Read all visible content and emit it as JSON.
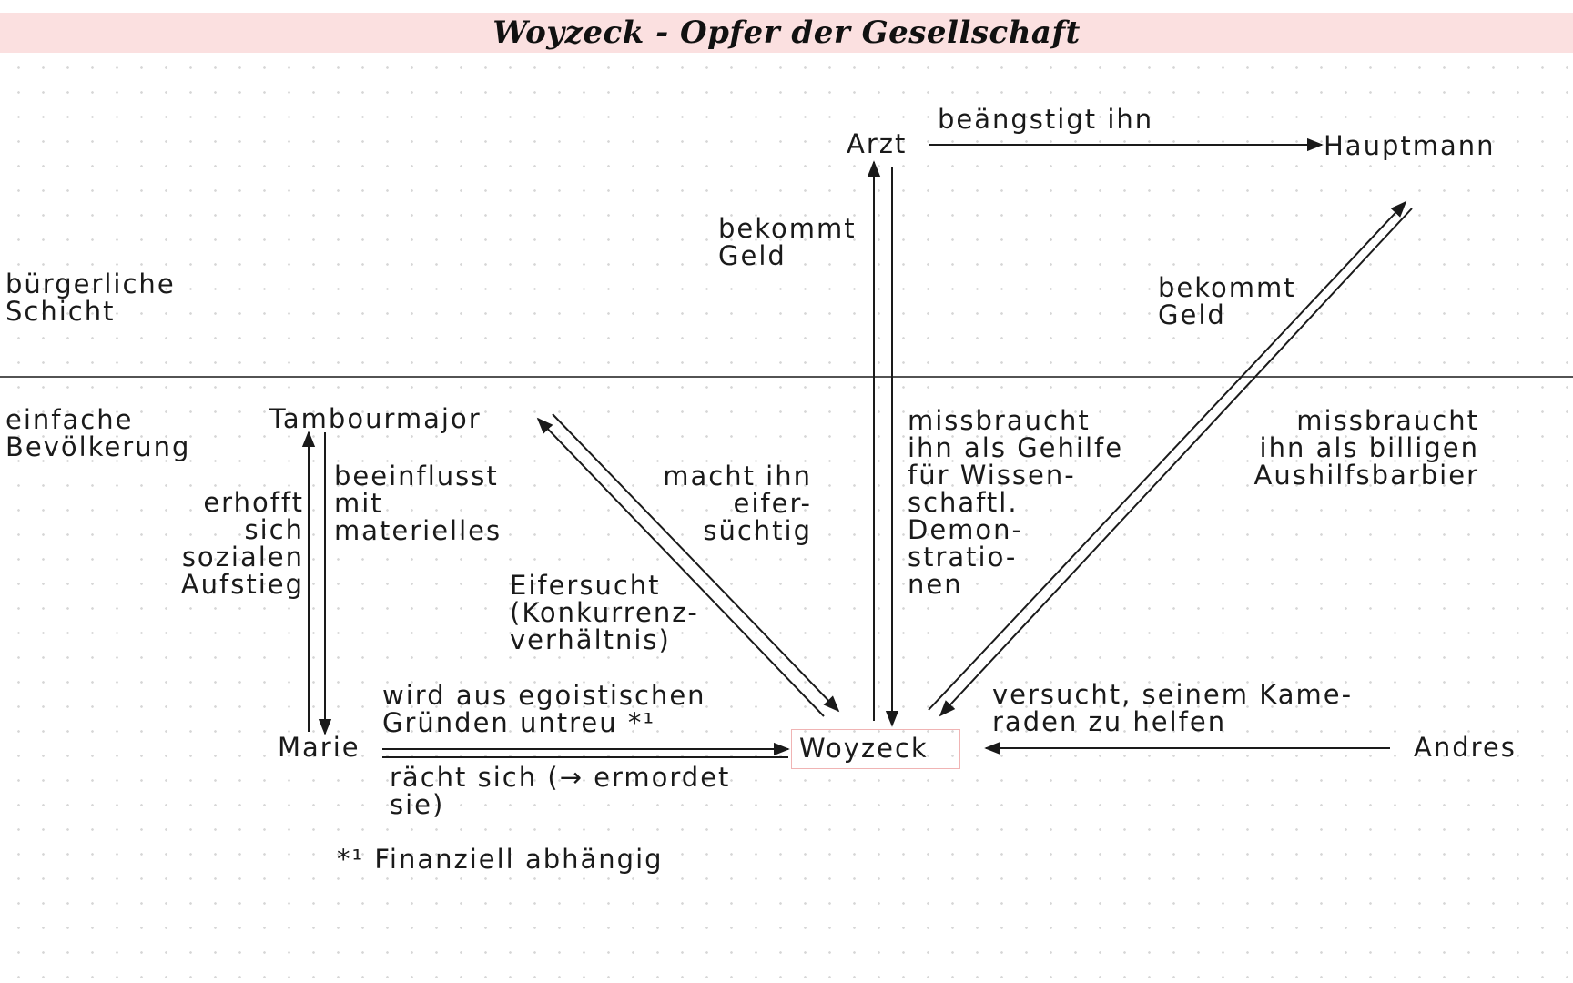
{
  "title": "Woyzeck - Opfer der Gesellschaft",
  "layers": {
    "upper": "bürgerliche\nSchicht",
    "lower": "einfache\nBevölkerung"
  },
  "nodes": {
    "arzt": "Arzt",
    "hauptmann": "Hauptmann",
    "tambourmajor": "Tambourmajor",
    "marie": "Marie",
    "woyzeck": "Woyzeck",
    "andres": "Andres"
  },
  "edges": {
    "arzt_hauptmann": "beängstigt ihn",
    "woyzeck_arzt": "bekommt\nGeld",
    "arzt_woyzeck": "missbraucht\nihn als Gehilfe\nfür Wissen-\nschaftl.\nDemon-\nstratio-\nnen",
    "woyzeck_hauptmann": "bekommt\nGeld",
    "hauptmann_woyzeck": "missbraucht\nihn als billigen\nAushilfsbarbier",
    "marie_tambourmajor": "erhofft\nsich\nsozialen\nAufstieg",
    "tambourmajor_marie": "beeinflusst\nmit\nmaterielles",
    "tambourmajor_woyzeck": "macht ihn\neifer-\nsüchtig",
    "woyzeck_tambourmajor": "Eifersucht\n(Konkurrenz-\nverhältnis)",
    "marie_woyzeck": "wird aus egoistischen\nGründen untreu *¹",
    "woyzeck_marie": "rächt sich (→ ermordet\nsie)",
    "andres_woyzeck": "versucht, seinem Kame-\nraden zu helfen"
  },
  "footnote": "*¹ Finanziell abhängig",
  "colors": {
    "title_bar": "#fbe0e0",
    "woyzeck_box": "#f0b4b4",
    "line": "#1a1a1a"
  }
}
